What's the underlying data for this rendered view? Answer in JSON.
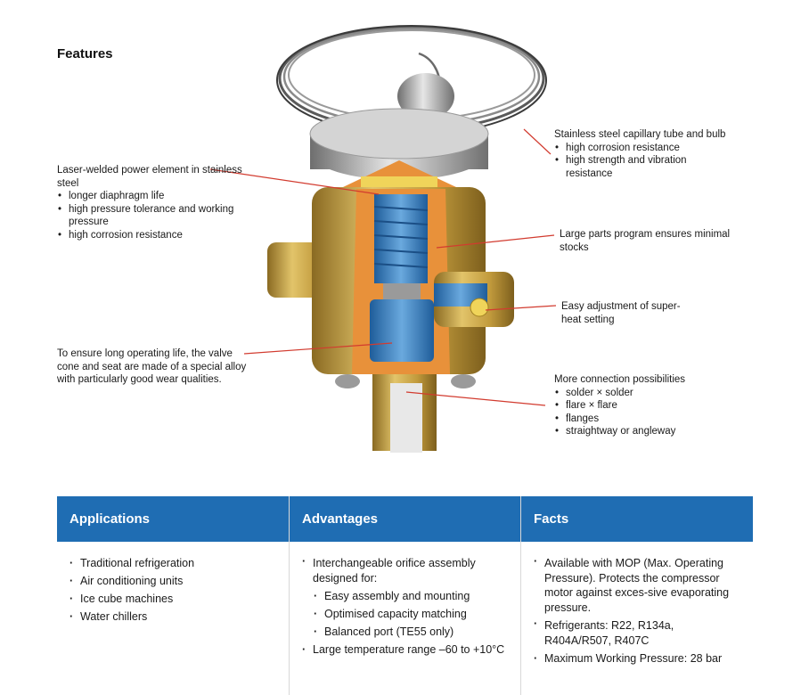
{
  "header": {
    "title": "Features"
  },
  "callouts": {
    "laser": {
      "lead": "Laser-welded power element in stainless steel",
      "items": [
        "longer diaphragm life",
        "high pressure tolerance and working pressure",
        "high corrosion resistance"
      ]
    },
    "valve_cone": {
      "lead": "To ensure long operating life, the valve cone and seat are made of a special alloy with particularly good wear qualities."
    },
    "capillary": {
      "lead": "Stainless steel capillary tube and bulb",
      "items": [
        "high corrosion resistance",
        "high strength and vibration resistance"
      ]
    },
    "parts": {
      "lead": "Large parts program ensures minimal stocks"
    },
    "adjust": {
      "lead": "Easy adjustment of super-heat setting"
    },
    "connection": {
      "lead": "More connection possibilities",
      "items": [
        "solder × solder",
        "flare × flare",
        "flanges",
        "straightway or angleway"
      ]
    }
  },
  "panels": {
    "applications": {
      "title": "Applications",
      "items": [
        "Traditional refrigeration",
        "Air conditioning units",
        "Ice cube machines",
        "Water chillers"
      ]
    },
    "advantages": {
      "title": "Advantages",
      "item1": "Interchangeable orifice assembly designed for:",
      "subitems": [
        "Easy assembly and mounting",
        "Optimised capacity matching",
        "Balanced port (TE55 only)"
      ],
      "item2": "Large temperature range –60 to +10°C"
    },
    "facts": {
      "title": "Facts",
      "items": [
        "Available with MOP (Max. Operating Pressure). Protects the compressor motor against exces-sive evaporating pressure.",
        "Refrigerants: R22, R134a, R404A/R507, R407C",
        "Maximum Working Pressure: 28 bar"
      ]
    }
  },
  "colors": {
    "panel_header": "#1f6db3",
    "leader_line": "#d23b2f",
    "brass": "#c9a646",
    "spring_blue": "#3f86c4",
    "cutaway_orange": "#e8913a"
  }
}
